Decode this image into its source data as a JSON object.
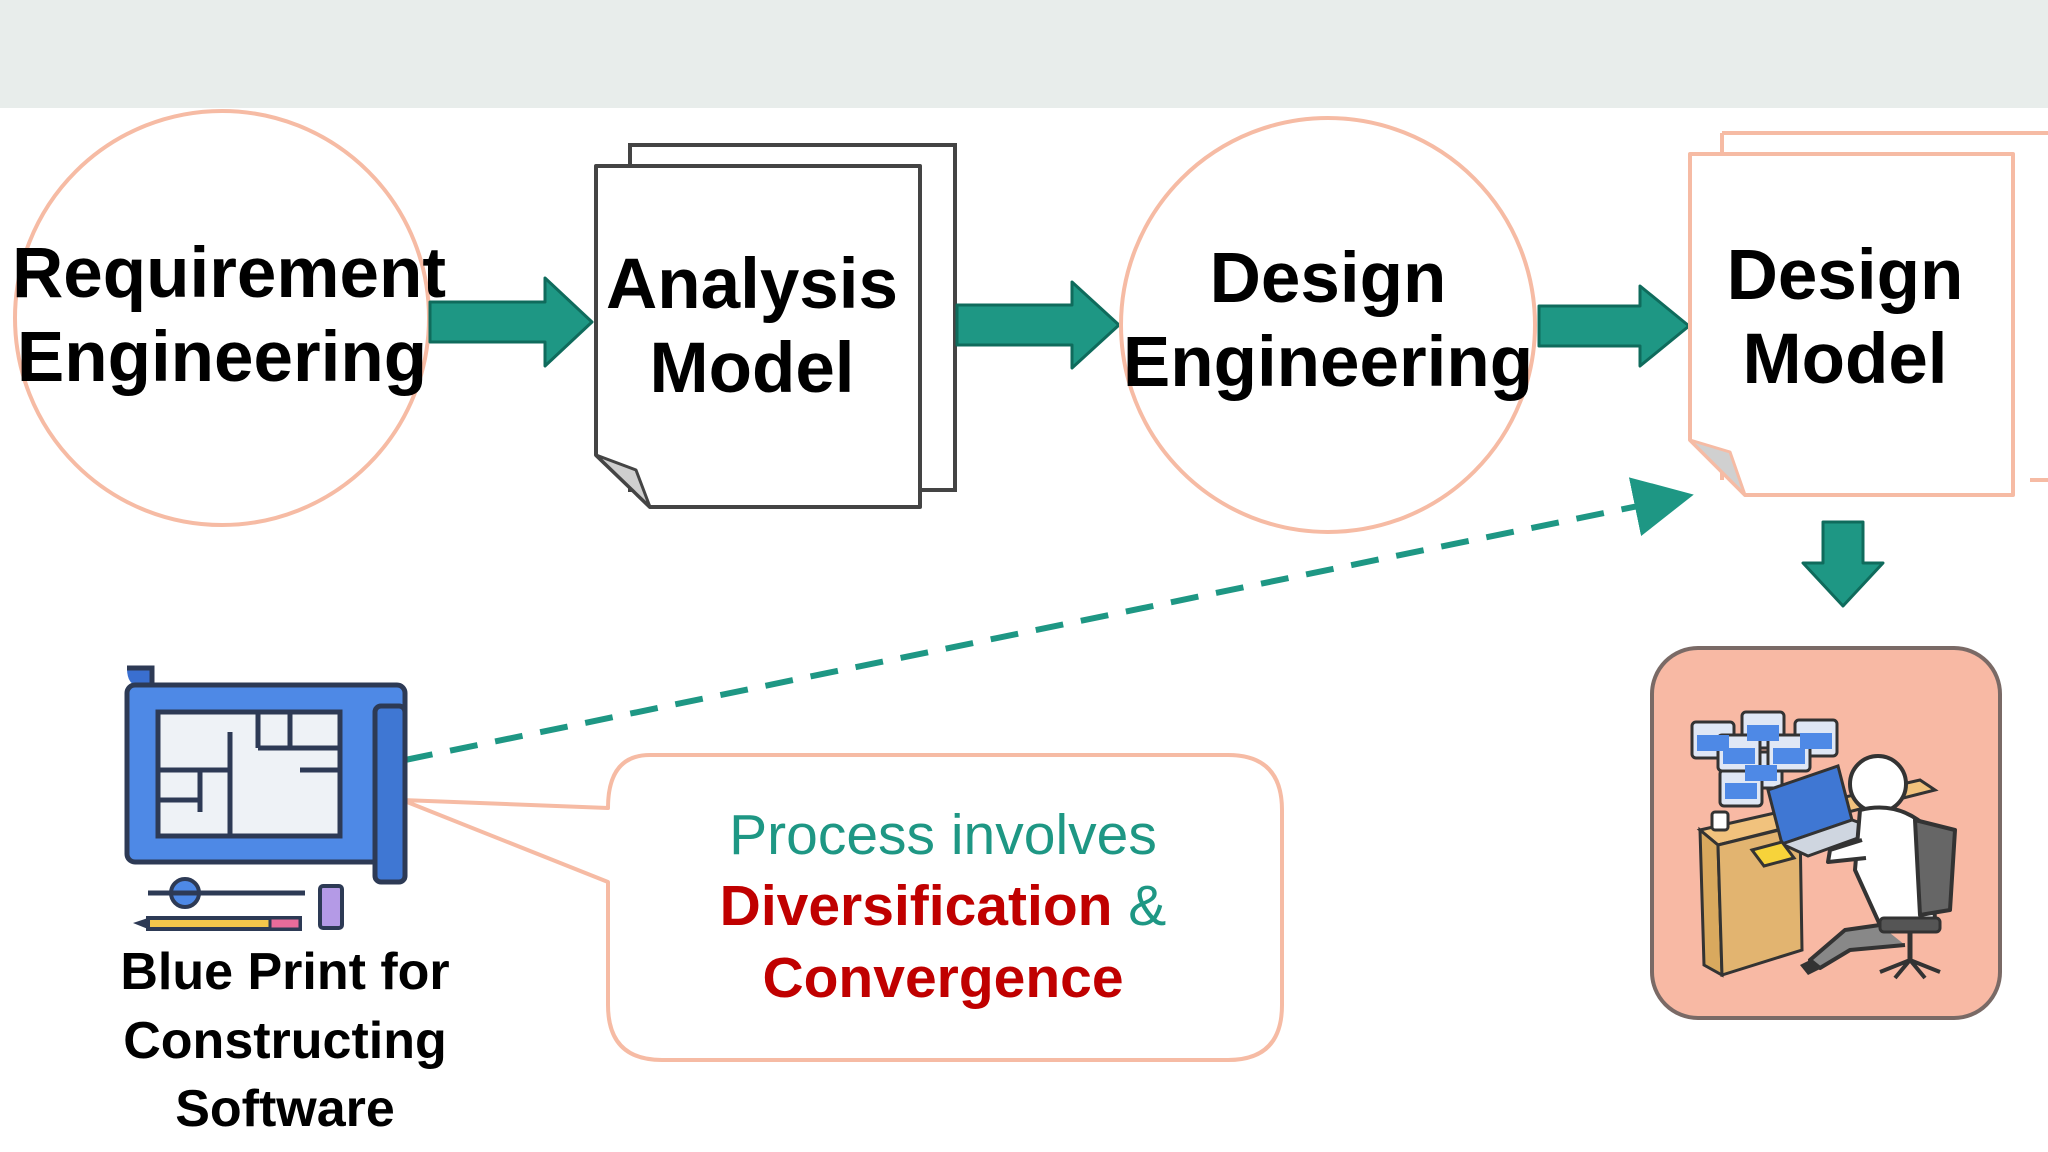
{
  "nodes": {
    "requirement_engineering": {
      "line1": "Requirement",
      "line2": "Engineering"
    },
    "analysis_model": {
      "line1": "Analysis",
      "line2": "Model"
    },
    "design_engineering": {
      "line1": "Design",
      "line2": "Engineering"
    },
    "design_model": {
      "line1": "Design",
      "line2": "Model"
    }
  },
  "blueprint": {
    "icon": "blueprint-icon",
    "caption_line1": "Blue Print for",
    "caption_line2": "Constructing",
    "caption_line3": "Software"
  },
  "callout": {
    "line1": "Process involves",
    "word_diversification": "Diversification",
    "ampersand": "&",
    "word_convergence": "Convergence"
  },
  "developer_icon": "developer-at-desk-icon",
  "colors": {
    "arrow": "#1e9784",
    "circle_stroke": "#f6bba4",
    "callout_stroke": "#f6bba4",
    "developer_tile": "#f8b9a4",
    "header_band": "#e8edeb",
    "accent_red": "#c00000"
  }
}
